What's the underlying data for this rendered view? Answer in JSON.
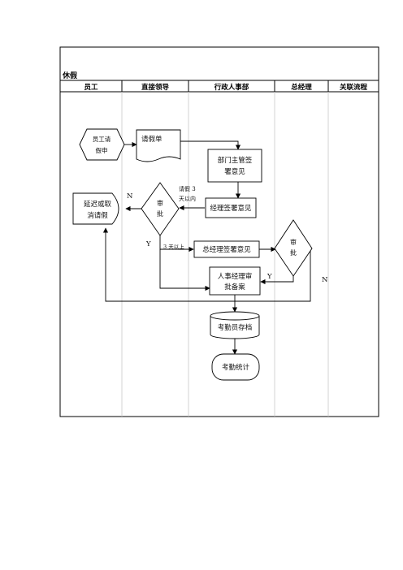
{
  "title": "休假",
  "lanes": [
    "员工",
    "直接领导",
    "行政人事部",
    "总经理",
    "关联流程"
  ],
  "nodes": {
    "employee_apply": [
      "员工请",
      "假申"
    ],
    "leave_form": "请假单",
    "dept_head_opinion": [
      "部门主管签",
      "署意见"
    ],
    "approve_1": [
      "审",
      "批"
    ],
    "delay_cancel": [
      "延迟或取",
      "消请假"
    ],
    "manager_opinion": "经理签署意见",
    "gm_opinion": "总经理签署意见",
    "approve_2": [
      "审",
      "批"
    ],
    "hr_manager_review": [
      "人事经理审",
      "批备案"
    ],
    "attendance_archive": "考勤员存档",
    "attendance_stats": "考勤统计"
  },
  "edge_labels": {
    "within_3_days": [
      "请假 3",
      "天以内"
    ],
    "over_3_days": "3 天以上",
    "n1": "N",
    "y1": "Y",
    "y2": "Y",
    "n2": "N"
  }
}
